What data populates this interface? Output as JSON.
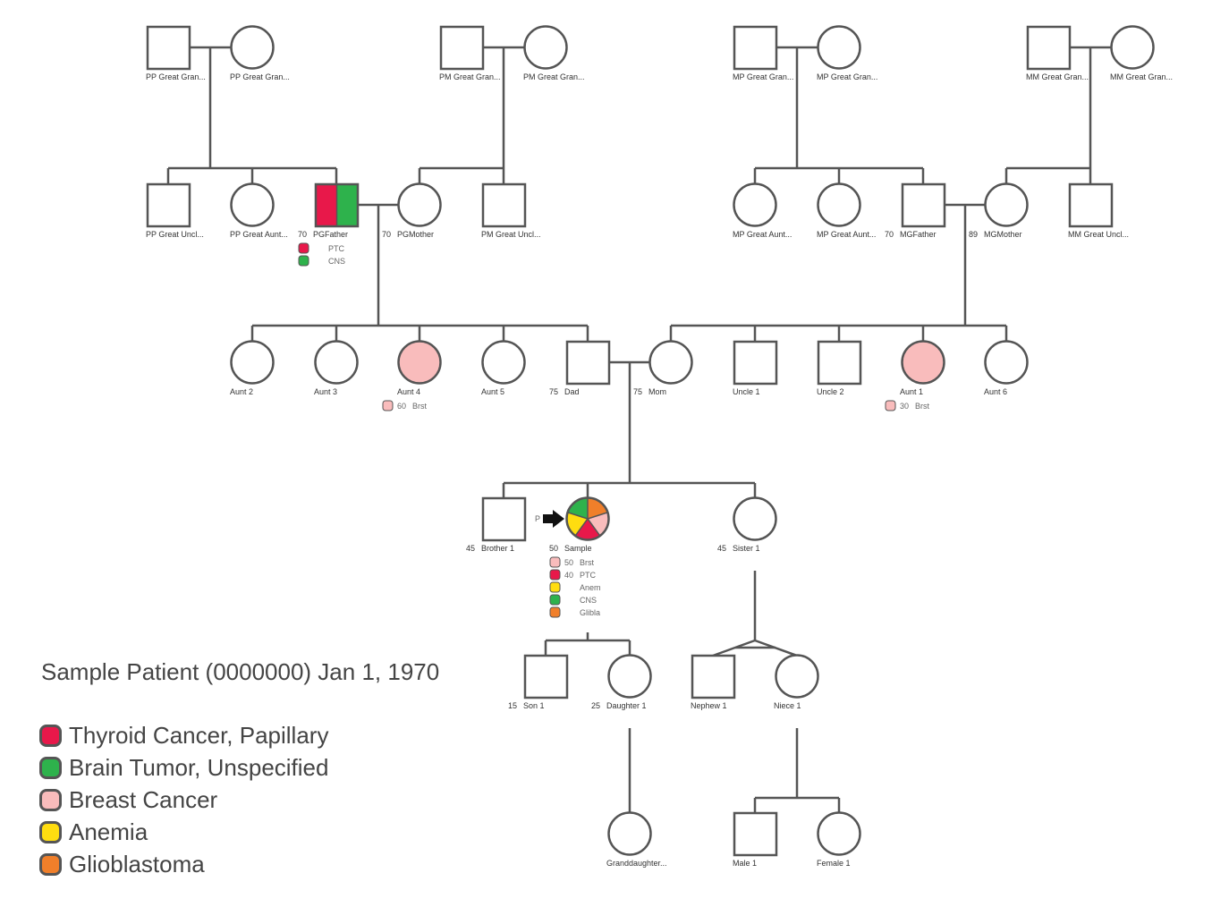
{
  "title": "Sample Patient (0000000) Jan 1, 1970",
  "legend": [
    {
      "label": "Thyroid Cancer, Papillary",
      "color": "#e8184a"
    },
    {
      "label": "Brain Tumor, Unspecified",
      "color": "#2eb24c"
    },
    {
      "label": "Breast Cancer",
      "color": "#f9bcbc"
    },
    {
      "label": "Anemia",
      "color": "#ffdd10"
    },
    {
      "label": "Glioblastoma",
      "color": "#f07f2a"
    }
  ],
  "people": {
    "ppgf": {
      "name": "PP Great Gran..."
    },
    "ppgm": {
      "name": "PP Great Gran..."
    },
    "pmgf": {
      "name": "PM Great Gran..."
    },
    "pmgm": {
      "name": "PM Great Gran..."
    },
    "mpgf": {
      "name": "MP Great Gran..."
    },
    "mpgm": {
      "name": "MP Great Gran..."
    },
    "mmgf": {
      "name": "MM Great Gran..."
    },
    "mmgm": {
      "name": "MM Great Gran..."
    },
    "ppuncl": {
      "name": "PP Great Uncl..."
    },
    "ppaunt": {
      "name": "PP Great Aunt..."
    },
    "pgfather": {
      "name": "PGFather",
      "age": "70",
      "conditions": [
        {
          "age": "",
          "code": "PTC"
        },
        {
          "age": "",
          "code": "CNS"
        }
      ]
    },
    "pgmother": {
      "name": "PGMother",
      "age": "70"
    },
    "pmuncl": {
      "name": "PM Great Uncl..."
    },
    "mpaunt1": {
      "name": "MP Great Aunt..."
    },
    "mpaunt2": {
      "name": "MP Great Aunt..."
    },
    "mgfather": {
      "name": "MGFather",
      "age": "70"
    },
    "mgmother": {
      "name": "MGMother",
      "age": "89"
    },
    "mmuncl": {
      "name": "MM Great Uncl..."
    },
    "aunt2": {
      "name": "Aunt 2"
    },
    "aunt3": {
      "name": "Aunt 3"
    },
    "aunt4": {
      "name": "Aunt 4",
      "conditions": [
        {
          "age": "60",
          "code": "Brst"
        }
      ]
    },
    "aunt5": {
      "name": "Aunt 5"
    },
    "dad": {
      "name": "Dad",
      "age": "75"
    },
    "mom": {
      "name": "Mom",
      "age": "75"
    },
    "uncle1": {
      "name": "Uncle 1"
    },
    "uncle2": {
      "name": "Uncle 2"
    },
    "aunt1": {
      "name": "Aunt 1",
      "conditions": [
        {
          "age": "30",
          "code": "Brst"
        }
      ]
    },
    "aunt6": {
      "name": "Aunt 6"
    },
    "brother1": {
      "name": "Brother 1",
      "age": "45"
    },
    "sample": {
      "name": "Sample",
      "age": "50",
      "proband_marker": "P",
      "conditions": [
        {
          "age": "50",
          "code": "Brst"
        },
        {
          "age": "40",
          "code": "PTC"
        },
        {
          "age": "",
          "code": "Anem"
        },
        {
          "age": "",
          "code": "CNS"
        },
        {
          "age": "",
          "code": "Glibla"
        }
      ]
    },
    "sister1": {
      "name": "Sister 1",
      "age": "45"
    },
    "son1": {
      "name": "Son 1",
      "age": "15"
    },
    "daughter1": {
      "name": "Daughter 1",
      "age": "25"
    },
    "nephew1": {
      "name": "Nephew 1"
    },
    "niece1": {
      "name": "Niece 1"
    },
    "granddaughter": {
      "name": "Granddaughter..."
    },
    "male1": {
      "name": "Male 1"
    },
    "female1": {
      "name": "Female 1"
    }
  }
}
